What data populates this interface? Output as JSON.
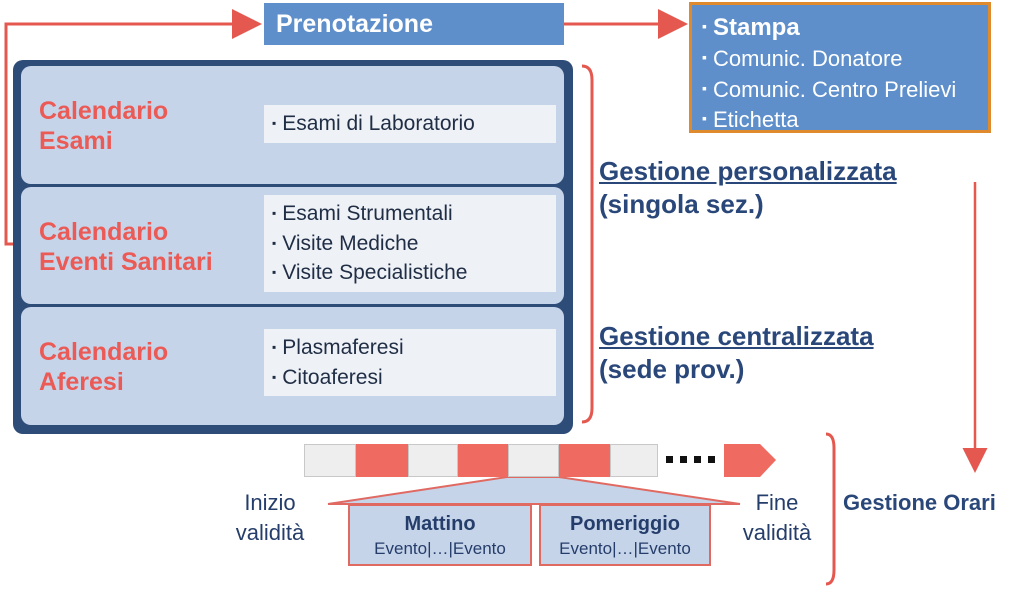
{
  "prenotazione": {
    "label": "Prenotazione"
  },
  "stampa": {
    "title": "Stampa",
    "items": [
      "Comunic. Donatore",
      "Comunic. Centro Prelievi",
      "Etichetta"
    ]
  },
  "calendars": [
    {
      "title_1": "Calendario",
      "title_2": "Esami",
      "items": [
        "Esami di Laboratorio"
      ]
    },
    {
      "title_1": "Calendario",
      "title_2": "Eventi Sanitari",
      "items": [
        "Esami Strumentali",
        "Visite Mediche",
        "Visite Specialistiche"
      ]
    },
    {
      "title_1": "Calendario",
      "title_2": "Aferesi",
      "items": [
        "Plasmaferesi",
        "Citoaferesi"
      ]
    }
  ],
  "bullet": "▪",
  "gestione_personalizzata": {
    "line_1": "Gestione personalizzata",
    "line_2": "(singola sez.)"
  },
  "gestione_centralizzata": {
    "line_1": "Gestione centralizzata",
    "line_2": "(sede prov.)"
  },
  "gestione_orari": "Gestione Orari",
  "inizio": {
    "line_1": "Inizio",
    "line_2": "validità"
  },
  "fine": {
    "line_1": "Fine",
    "line_2": "validità"
  },
  "slots": [
    {
      "title": "Mattino",
      "sub": "Evento|…|Evento"
    },
    {
      "title": "Pomeriggio",
      "sub": "Evento|…|Evento"
    }
  ],
  "colors": {
    "blue_box": "#5f8fcb",
    "navy": "#2d4c78",
    "light_blue": "#c6d4ea",
    "red": "#eb5a55",
    "orange_border": "#e08a2e",
    "text_navy": "#2a477a"
  }
}
